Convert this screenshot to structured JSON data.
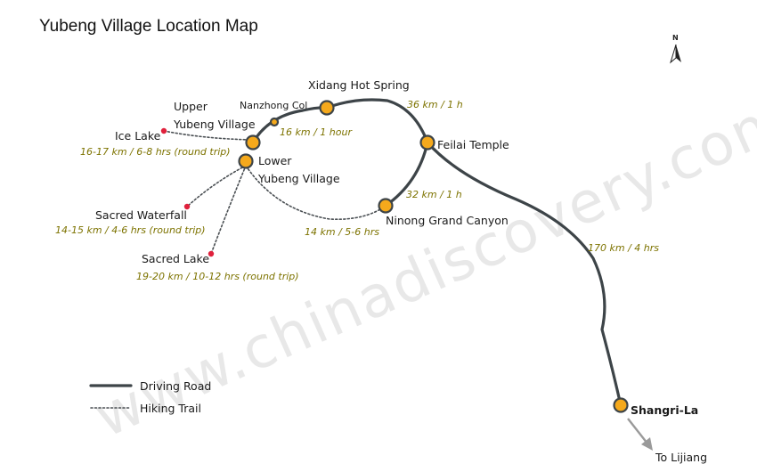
{
  "title": "Yubeng Village Location Map",
  "watermark": "www.chinadiscovery.com",
  "compass_label": "N",
  "colors": {
    "road": "#3d4448",
    "trail": "#4a4f53",
    "town_fill": "#f5a91c",
    "town_stroke": "#3d4448",
    "poi": "#e0213c",
    "distance_text": "#7d7300",
    "arrow": "#9a9a9a"
  },
  "places": {
    "upper_yubeng_1": "Upper",
    "upper_yubeng_2": "Yubeng Village",
    "lower_yubeng_1": "Lower",
    "lower_yubeng_2": "Yubeng Village",
    "nanzhong_col": "Nanzhong Col",
    "xidang": "Xidang Hot Spring",
    "feilai": "Feilai Temple",
    "ninong": "Ninong Grand Canyon",
    "shangri_la": "Shangri-La",
    "lijiang": "To Lijiang",
    "ice_lake": "Ice Lake",
    "waterfall": "Sacred Waterfall",
    "sacred_lake": "Sacred Lake"
  },
  "distances": {
    "ice_lake": "16-17 km / 6-8 hrs (round trip)",
    "nanzhong": "16 km / 1 hour",
    "xidang_feilai": "36 km / 1 h",
    "feilai_ninong": "32 km / 1 h",
    "ninong_yubeng": "14 km / 5-6 hrs",
    "waterfall": "14-15 km / 4-6 hrs (round trip)",
    "sacred_lake": "19-20 km / 10-12 hrs (round trip)",
    "shangri_la": "170 km / 4 hrs"
  },
  "legend": {
    "road": "Driving Road",
    "trail": "Hiking Trail"
  }
}
